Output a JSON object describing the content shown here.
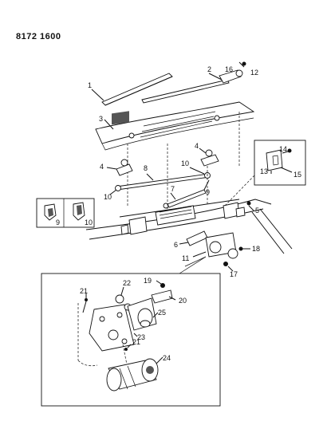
{
  "header": {
    "figure_code": "8172 1600"
  },
  "callouts": {
    "c1": "1",
    "c2": "2",
    "c3": "3",
    "c4a": "4",
    "c4b": "4",
    "c5": "5",
    "c6": "6",
    "c7": "7",
    "c8": "8",
    "c9a": "9",
    "c9b": "9",
    "c10a": "10",
    "c10b": "10",
    "c10c": "10",
    "c11": "11",
    "c12": "12",
    "c13": "13",
    "c14": "14",
    "c15": "15",
    "c16": "16",
    "c17": "17",
    "c18": "18",
    "c19": "19",
    "c20": "20",
    "c21a": "21",
    "c21b": "21",
    "c22": "22",
    "c23": "23",
    "c24": "24",
    "c25": "25"
  }
}
